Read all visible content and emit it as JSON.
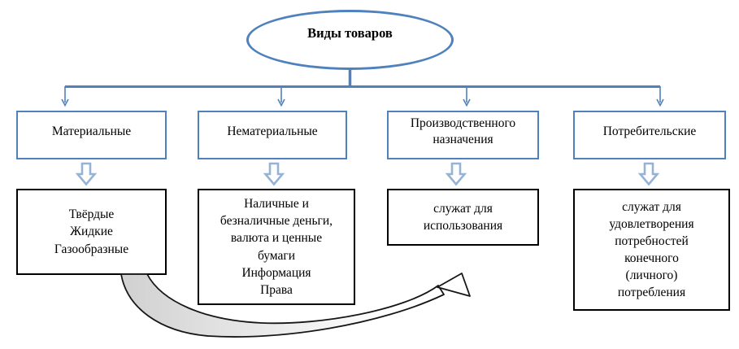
{
  "title": "Виды товаров",
  "colors": {
    "connector_blue": "#4f81bd",
    "block_arrow_blue": "#95b3d7",
    "box_border_black": "#000000",
    "curved_arrow_fill": "#d2d2d2",
    "background": "#ffffff"
  },
  "branches": [
    {
      "label": "Материальные",
      "detail": "Твёрдые\nЖидкие\nГазообразные"
    },
    {
      "label": "Нематериальные",
      "detail": "Наличные и\nбезналичные деньги,\nвалюта и ценные\nбумаги\nИнформация\nПрава"
    },
    {
      "label": "Производственного назначения",
      "detail": "служат для\nиспользования"
    },
    {
      "label": "Потребительские",
      "detail": "служат для\nудовлетворения\nпотребностей\nконечного\n(личного)\nпотребления"
    }
  ]
}
